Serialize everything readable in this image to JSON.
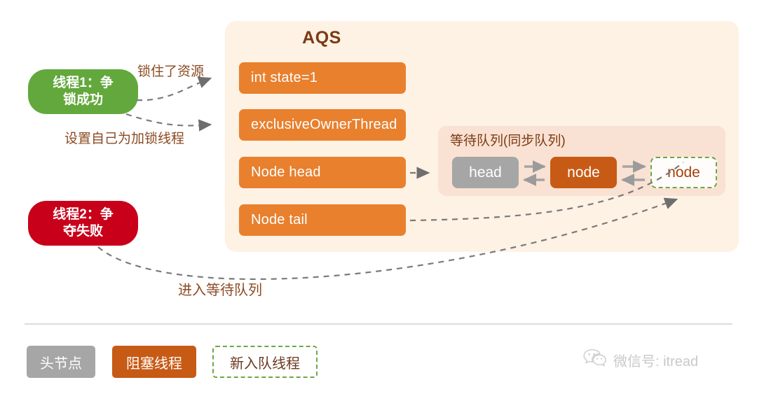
{
  "diagram": {
    "panel": {
      "title": "AQS"
    },
    "fields": [
      {
        "label": "int state=1"
      },
      {
        "label": "exclusiveOwnerThread"
      },
      {
        "label": "Node head"
      },
      {
        "label": "Node tail"
      }
    ],
    "queue": {
      "title": "等待队列(同步队列)",
      "nodes": [
        {
          "label": "head",
          "kind": "head-node"
        },
        {
          "label": "node",
          "kind": "blocked-thread"
        },
        {
          "label": "node",
          "kind": "new-enqueued-thread"
        }
      ]
    },
    "threads": [
      {
        "label": "线程1：争锁成功",
        "line1": "线程1：争",
        "line2": "锁成功",
        "color": "#62A83C"
      },
      {
        "label": "线程2：争夺失败",
        "line1": "线程2：争",
        "line2": "夺失败",
        "color": "#C8001A"
      }
    ],
    "annotations": [
      {
        "text": "锁住了资源"
      },
      {
        "text": "设置自己为加锁线程"
      },
      {
        "text": "进入等待队列"
      }
    ],
    "legend": [
      {
        "label": "头节点",
        "style": "gray-filled"
      },
      {
        "label": "阻塞线程",
        "style": "dark-orange-filled"
      },
      {
        "label": "新入队线程",
        "style": "green-dashed-outline"
      }
    ],
    "watermark": {
      "icon": "wechat-icon",
      "text": "微信号: itread"
    },
    "colors": {
      "panel_bg": "#FDF2E4",
      "queue_bg": "#F9E2D3",
      "field_orange": "#E8802E",
      "node_dark_orange": "#C75B16",
      "head_gray": "#A6A6A6",
      "thread_green": "#62A83C",
      "thread_red": "#C8001A",
      "annotation_brown": "#8B4A22",
      "dashed_green": "#6FA644",
      "arrow_gray": "#6E6E6E"
    }
  }
}
